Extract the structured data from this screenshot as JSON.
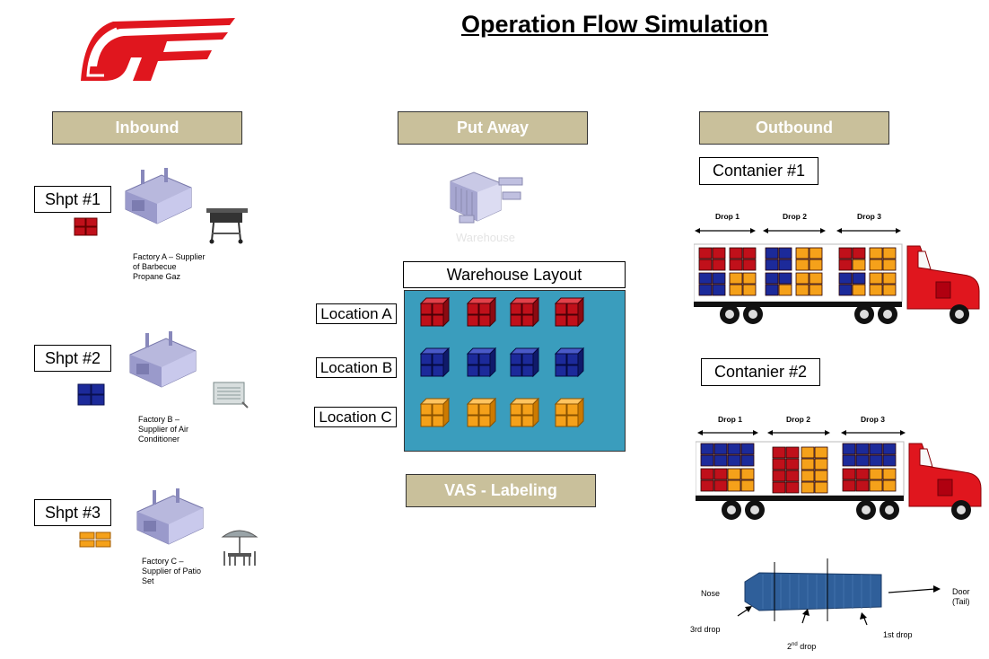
{
  "title": "Operation Flow Simulation",
  "sections": {
    "inbound": "Inbound",
    "putaway": "Put Away",
    "outbound": "Outbound"
  },
  "shipments": [
    {
      "label": "Shpt #1",
      "factory": [
        "Factory A – Supplier",
        "of Barbecue",
        "Propane Gaz"
      ],
      "color": "#c0101a"
    },
    {
      "label": "Shpt #2",
      "factory": [
        "Factory B –",
        "Supplier of Air",
        "Conditioner"
      ],
      "color": "#1c2a9a"
    },
    {
      "label": "Shpt #3",
      "factory": [
        "Factory C –",
        "Supplier of Patio",
        "Set"
      ],
      "color": "#f5a11a"
    }
  ],
  "warehouse": {
    "icon_label": "Warehouse",
    "layout_label": "Warehouse Layout",
    "locations": [
      "Location A",
      "Location B",
      "Location C"
    ],
    "vas_label": "VAS - Labeling",
    "floor_color": "#3a9dbd"
  },
  "containers": [
    {
      "label": "Contanier #1",
      "drops": [
        "Drop 1",
        "Drop 2",
        "Drop 3"
      ]
    },
    {
      "label": "Contanier #2",
      "drops": [
        "Drop 1",
        "Drop 2",
        "Drop 3"
      ]
    }
  ],
  "container_diagram": {
    "nose": "Nose",
    "door": "Door",
    "tail": "(Tail)",
    "drop3": "3rd drop",
    "drop2_num": "2",
    "drop2_sup": "nd",
    "drop2_word": " drop",
    "drop1": "1st drop"
  },
  "colors": {
    "header_bg": "#c9c09b",
    "red": "#c0101a",
    "blue": "#1c2a9a",
    "orange": "#f5a11a",
    "truck_red": "#e0161e"
  }
}
